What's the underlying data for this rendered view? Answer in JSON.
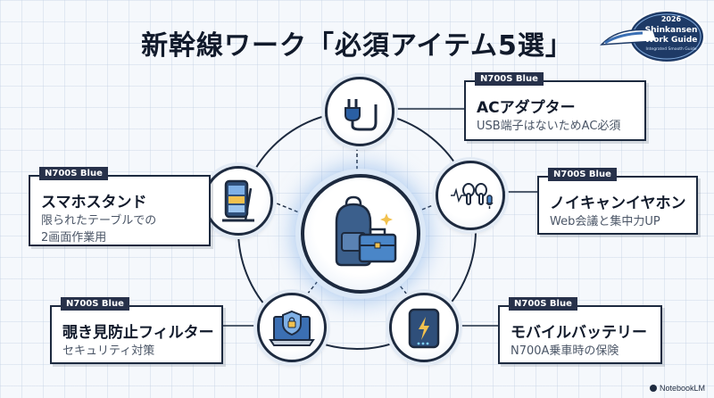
{
  "title": "新幹線ワーク「必須アイテム5選」",
  "badge": {
    "year": "2026",
    "line1": "Shinkansen",
    "line2": "Work Guide",
    "sub": "Integrated Smooth Guide"
  },
  "hub": {
    "icon": "backpack-briefcase-icon"
  },
  "items": [
    {
      "tag": "N700S Blue",
      "title": "ACアダプター",
      "desc": [
        "USB端子はないためAC必須"
      ],
      "icon": "power-plug-icon"
    },
    {
      "tag": "N700S Blue",
      "title": "ノイキャンイヤホン",
      "desc": [
        "Web会議と集中力UP"
      ],
      "icon": "earbuds-icon"
    },
    {
      "tag": "N700S Blue",
      "title": "モバイルバッテリー",
      "desc": [
        "N700A乗車時の保険"
      ],
      "icon": "power-bank-icon"
    },
    {
      "tag": "N700S Blue",
      "title": "覗き見防止フィルター",
      "desc": [
        "セキュリティ対策"
      ],
      "icon": "privacy-filter-icon"
    },
    {
      "tag": "N700S Blue",
      "title": "スマホスタンド",
      "desc": [
        "限られたテーブルでの",
        "2画面作業用"
      ],
      "icon": "phone-stand-icon"
    }
  ],
  "footer": "NotebookLM",
  "colors": {
    "navy": "#1d2a3f",
    "accent": "#4a86c8",
    "glow": "#9cc4ee"
  }
}
